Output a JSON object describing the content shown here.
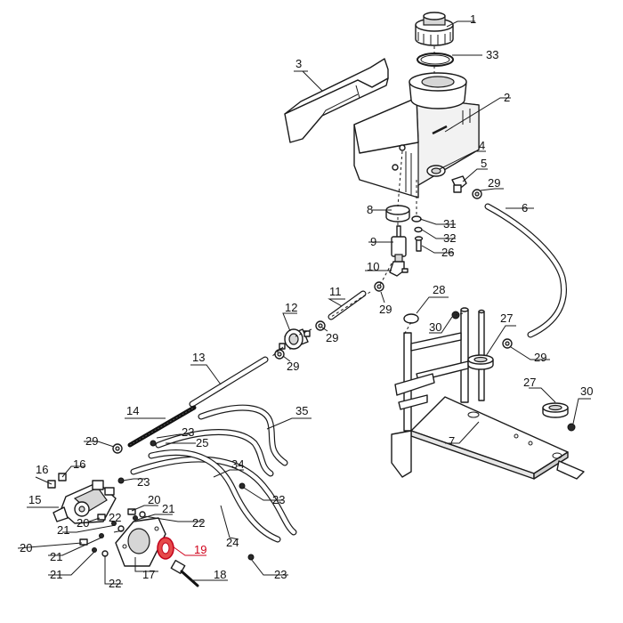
{
  "diagram": {
    "highlight_color": "#d0021b",
    "callouts": [
      {
        "id": "c1",
        "text": "1"
      },
      {
        "id": "c33",
        "text": "33"
      },
      {
        "id": "c3",
        "text": "3"
      },
      {
        "id": "c2",
        "text": "2"
      },
      {
        "id": "c4",
        "text": "4"
      },
      {
        "id": "c5",
        "text": "5"
      },
      {
        "id": "c29a",
        "text": "29"
      },
      {
        "id": "c8",
        "text": "8"
      },
      {
        "id": "c31",
        "text": "31"
      },
      {
        "id": "c32",
        "text": "32"
      },
      {
        "id": "c26",
        "text": "26"
      },
      {
        "id": "c9",
        "text": "9"
      },
      {
        "id": "c6",
        "text": "6"
      },
      {
        "id": "c10",
        "text": "10"
      },
      {
        "id": "c11",
        "text": "11"
      },
      {
        "id": "c28",
        "text": "28"
      },
      {
        "id": "c29b",
        "text": "29"
      },
      {
        "id": "c12",
        "text": "12"
      },
      {
        "id": "c30a",
        "text": "30"
      },
      {
        "id": "c27a",
        "text": "27"
      },
      {
        "id": "c29c",
        "text": "29"
      },
      {
        "id": "c29d",
        "text": "29"
      },
      {
        "id": "c29e",
        "text": "29"
      },
      {
        "id": "c13",
        "text": "13"
      },
      {
        "id": "c27b",
        "text": "27"
      },
      {
        "id": "c30b",
        "text": "30"
      },
      {
        "id": "c14",
        "text": "14"
      },
      {
        "id": "c35",
        "text": "35"
      },
      {
        "id": "c7",
        "text": "7"
      },
      {
        "id": "c29f",
        "text": "29"
      },
      {
        "id": "c23a",
        "text": "23"
      },
      {
        "id": "c25",
        "text": "25"
      },
      {
        "id": "c16a",
        "text": "16"
      },
      {
        "id": "c16b",
        "text": "16"
      },
      {
        "id": "c34",
        "text": "34"
      },
      {
        "id": "c23b",
        "text": "23"
      },
      {
        "id": "c15",
        "text": "15"
      },
      {
        "id": "c20a",
        "text": "20"
      },
      {
        "id": "c20b",
        "text": "20"
      },
      {
        "id": "c23c",
        "text": "23"
      },
      {
        "id": "c21a",
        "text": "21"
      },
      {
        "id": "c22a",
        "text": "22"
      },
      {
        "id": "c21b",
        "text": "21"
      },
      {
        "id": "c22b",
        "text": "22"
      },
      {
        "id": "c20c",
        "text": "20"
      },
      {
        "id": "c19",
        "text": "19"
      },
      {
        "id": "c24",
        "text": "24"
      },
      {
        "id": "c21c",
        "text": "21"
      },
      {
        "id": "c21d",
        "text": "21"
      },
      {
        "id": "c17",
        "text": "17"
      },
      {
        "id": "c22c",
        "text": "22"
      },
      {
        "id": "c18",
        "text": "18"
      },
      {
        "id": "c23d",
        "text": "23"
      }
    ]
  }
}
